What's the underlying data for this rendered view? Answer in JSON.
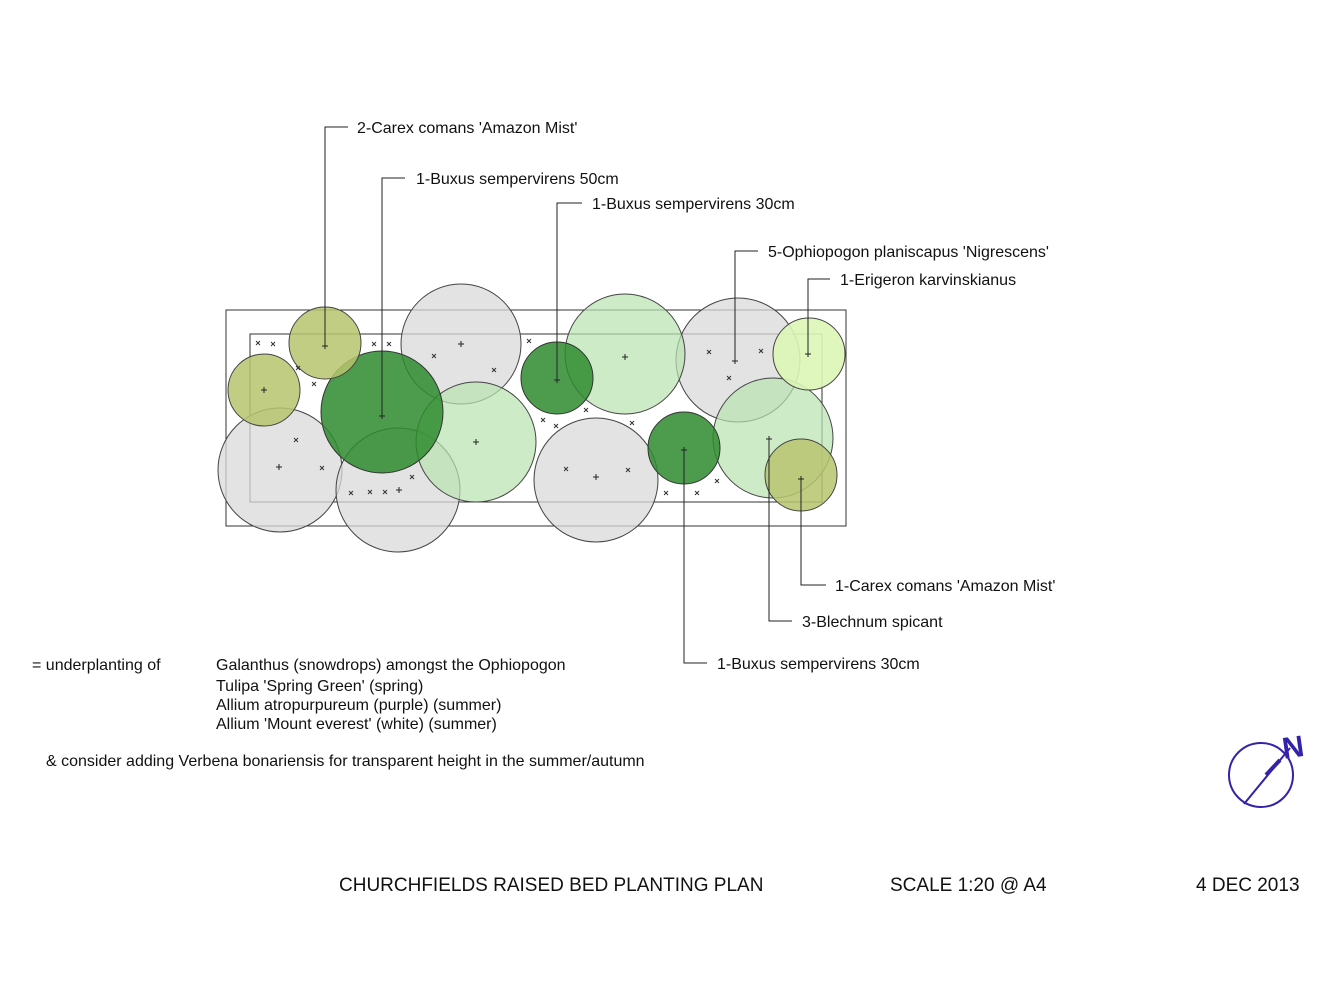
{
  "labels": {
    "carex_top": "2-Carex comans 'Amazon Mist'",
    "buxus50": "1-Buxus sempervirens 50cm",
    "buxus30_top": "1-Buxus sempervirens 30cm",
    "ophiopogon": "5-Ophiopogon planiscapus 'Nigrescens'",
    "erigeron": "1-Erigeron karvinskianus",
    "carex_bottom": "1-Carex comans 'Amazon Mist'",
    "blechnum": "3-Blechnum spicant",
    "buxus30_bottom": "1-Buxus sempervirens 30cm"
  },
  "underplanting": {
    "lead": "= underplanting of",
    "items": [
      "Galanthus (snowdrops) amongst the Ophiopogon",
      "Tulipa 'Spring Green'  (spring)",
      "Allium atropurpureum (purple)  (summer)",
      "Allium 'Mount everest' (white)  (summer)"
    ],
    "consider": "& consider adding Verbena bonariensis for transparent height in the summer/autumn"
  },
  "footer": {
    "title": "CHURCHFIELDS RAISED BED PLANTING PLAN",
    "scale": "SCALE 1:20 @ A4",
    "date": "4 DEC 2013"
  },
  "north_arrow": {
    "letter": "N",
    "color": "#3322aa"
  },
  "colors": {
    "grey_plant": "#d9d9d9",
    "light_green": "#b9e3b0",
    "dark_green": "#2e8b2e",
    "olive": "#b7c46e",
    "pale_lime": "#dcf5b5"
  }
}
